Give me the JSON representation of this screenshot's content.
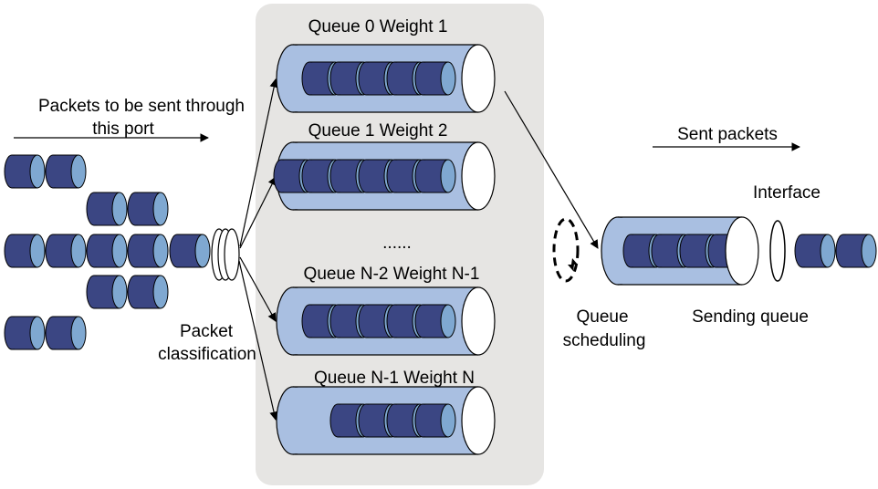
{
  "input": {
    "label_line1": "Packets to be sent through",
    "label_line2": "this port"
  },
  "classifier": {
    "label_line1": "Packet",
    "label_line2": "classification"
  },
  "queues": [
    {
      "label": "Queue 0 Weight 1",
      "packets": 5
    },
    {
      "label": "Queue 1 Weight 2",
      "packets": 6
    },
    {
      "label": "Queue N-2 Weight N-1",
      "packets": 5
    },
    {
      "label": "Queue N-1 Weight N",
      "packets": 4
    }
  ],
  "ellipsis": "......",
  "scheduler": {
    "label_line1": "Queue",
    "label_line2": "scheduling"
  },
  "sending_queue": {
    "label": "Sending queue",
    "packets": 4
  },
  "output": {
    "sent_label": "Sent packets",
    "interface_label": "Interface"
  },
  "colors": {
    "panel": "#e6e5e3",
    "pipe": "#a9bfe1",
    "packet_dark": "#3b4683",
    "packet_light": "#7fa8d1",
    "stroke": "#000000"
  }
}
